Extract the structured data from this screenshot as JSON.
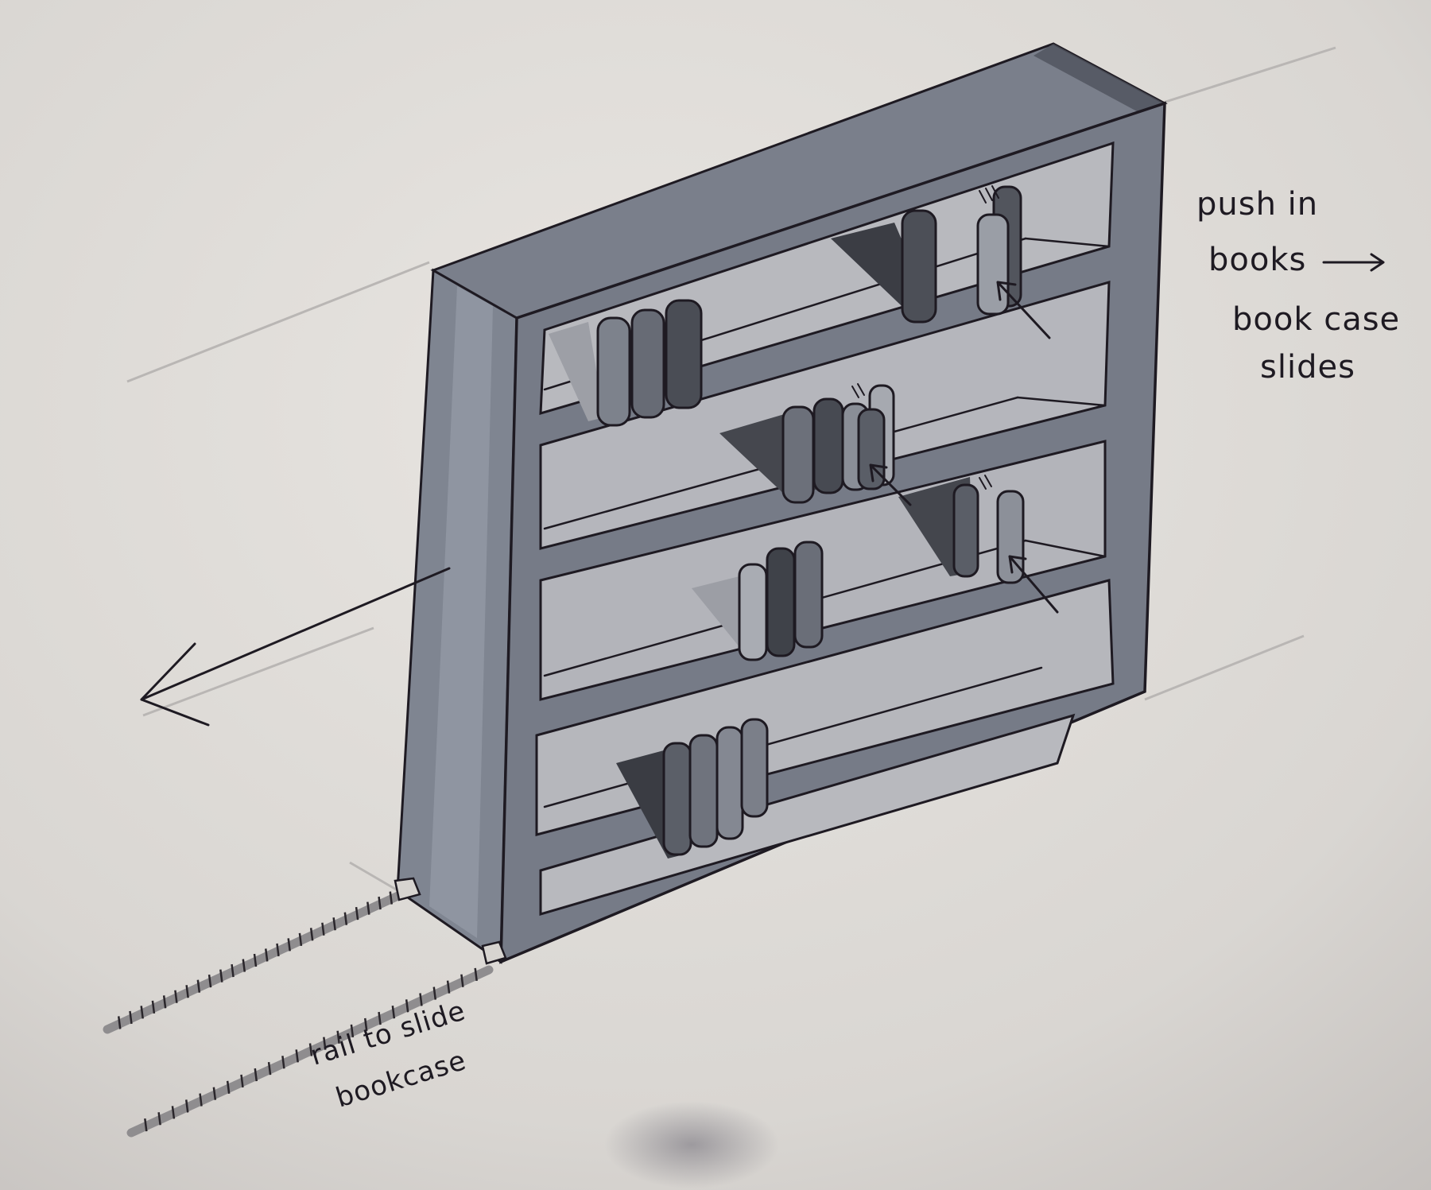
{
  "labels": {
    "push_line1": "push in",
    "push_line2": "books",
    "push_line3": "book case",
    "push_line4": "slides",
    "rail_line1": "rail to slide",
    "rail_line2": "bookcase"
  },
  "colors": {
    "paper": "#d8d5d2",
    "paper_light": "#e6e3df",
    "ink": "#1e1a22",
    "marker_light": "#8e939e",
    "marker_mid": "#6f7480",
    "marker_dark": "#3c3e45",
    "shelf_back": "#b7b8bd"
  }
}
